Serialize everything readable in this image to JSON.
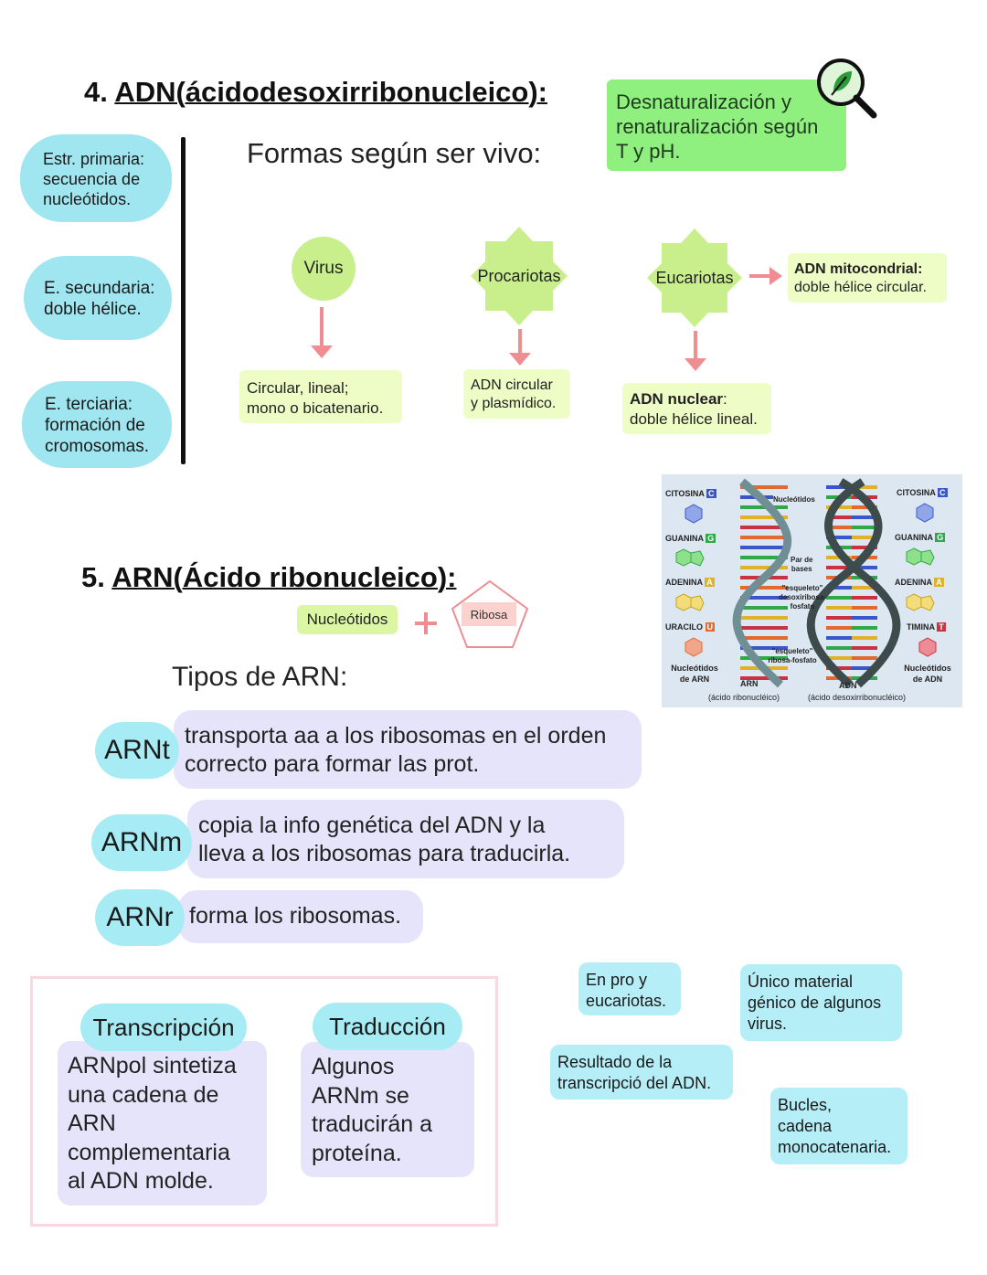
{
  "section4": {
    "number": "4.",
    "title": "ADN(ácidodesoxirribonucleico):",
    "denat_note": [
      "Desnaturalización y",
      "renaturalización según",
      "T y pH."
    ],
    "structures": [
      [
        "Estr. primaria:",
        "secuencia de",
        "nucleótidos."
      ],
      [
        "E. secundaria:",
        "doble hélice."
      ],
      [
        "E. terciaria:",
        "formación de",
        "cromosomas."
      ]
    ],
    "forms_heading": "Formas según ser vivo:",
    "organisms": {
      "virus": "Virus",
      "procariotas": "Procariotas",
      "eucariotas": "Eucariotas"
    },
    "virus_desc": [
      "Circular, lineal;",
      "mono o bicatenario."
    ],
    "procariotas_desc": [
      "ADN circular",
      "y plasmídico."
    ],
    "nuclear": {
      "bold": "ADN nuclear",
      "rest": ":",
      "line2": "doble hélice lineal."
    },
    "mito": {
      "bold": "ADN mitocondrial:",
      "line2": "doble hélice circular."
    }
  },
  "diagram": {
    "left": [
      {
        "name": "CITOSINA",
        "letter": "C",
        "color": "#3a57c9"
      },
      {
        "name": "GUANINA",
        "letter": "G",
        "color": "#2fa84a"
      },
      {
        "name": "ADENINA",
        "letter": "A",
        "color": "#e0b22a"
      },
      {
        "name": "URACILO",
        "letter": "U",
        "color": "#e26a2e"
      }
    ],
    "right": [
      {
        "name": "CITOSINA",
        "letter": "C",
        "color": "#3a57c9"
      },
      {
        "name": "GUANINA",
        "letter": "G",
        "color": "#2fa84a"
      },
      {
        "name": "ADENINA",
        "letter": "A",
        "color": "#e0b22a"
      },
      {
        "name": "TIMINA",
        "letter": "T",
        "color": "#c9323f"
      }
    ],
    "nucleotidos": "Nucleótidos",
    "par_bases": [
      "Par de",
      "bases"
    ],
    "esq_desoxi": [
      "\"esqueleto\"",
      "desoxiribosa-",
      "fosfato"
    ],
    "esq_ribosa": [
      "\"esqueleto\"",
      "ribosa-fosfato"
    ],
    "nuc_arn": [
      "Nucleótidos",
      "de ARN"
    ],
    "nuc_adn": [
      "Nucleótidos",
      "de ADN"
    ],
    "arn": "ARN",
    "adn": "ADN",
    "arn_full": "(ácido ribonucléico)",
    "adn_full": "(ácido desoxirribonucléico)"
  },
  "section5": {
    "number": "5.",
    "title": "ARN(Ácido ribonucleico):",
    "nucleotidos": "Nucleótidos",
    "ribosa": "Ribosa",
    "types_heading": "Tipos de ARN:",
    "types": [
      {
        "tag": "ARNt",
        "desc": [
          "transporta aa a los ribosomas en el orden",
          "correcto para formar las prot."
        ]
      },
      {
        "tag": "ARNm",
        "desc": [
          "copia la info genética del ADN y la",
          "lleva a los ribosomas para traducirla."
        ]
      },
      {
        "tag": "ARNr",
        "desc": [
          "forma los ribosomas."
        ]
      }
    ],
    "transcripcion": {
      "title": "Transcripción",
      "body": [
        "ARNpol sintetiza",
        "una cadena de",
        "ARN",
        "complementaria",
        "al ADN molde."
      ]
    },
    "traduccion": {
      "title": "Traducción",
      "body": [
        "Algunos",
        "ARNm se",
        "traducirán a",
        "proteína."
      ]
    },
    "notes": {
      "pro_euk": [
        "En pro y",
        "eucariotas."
      ],
      "unico": [
        "Único material",
        "génico de algunos",
        "virus."
      ],
      "resultado": [
        "Resultado de la",
        "transcripció del ADN."
      ],
      "bucles": [
        "Bucles,",
        "cadena",
        "monocatenaria."
      ]
    }
  }
}
